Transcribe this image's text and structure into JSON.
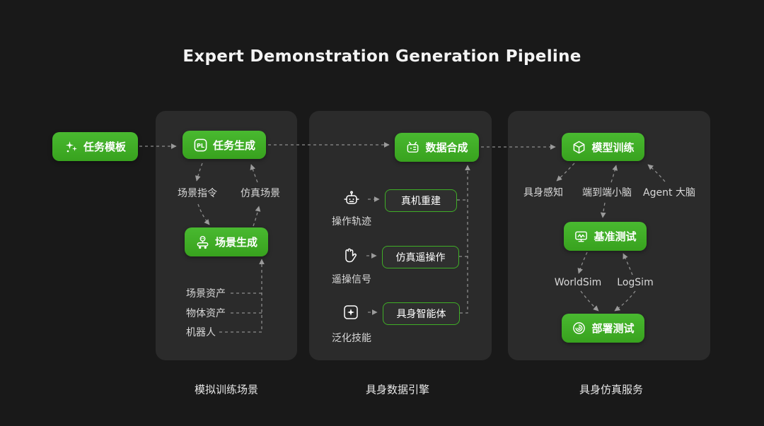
{
  "title": "Expert Demonstration Generation Pipeline",
  "colors": {
    "accent_green": "#3fae27",
    "panel": "#2b2b2b",
    "background": "#191919",
    "connector": "#8d8d8d"
  },
  "icons": {
    "pl_badge_text": "PL"
  },
  "nodes": {
    "task_template": "任务模板",
    "task_generation": "任务生成",
    "scene_instruction": "场景指令",
    "simulation_scene": "仿真场景",
    "scene_generation": "场景生成",
    "scene_assets": "场景资产",
    "object_assets": "物体资产",
    "robot": "机器人",
    "data_synthesis": "数据合成",
    "operation_trajectory": "操作轨迹",
    "real_robot_reconstruction": "真机重建",
    "teleoperation_signal": "遥操信号",
    "simulated_teleoperation": "仿真遥操作",
    "generalization_skill": "泛化技能",
    "embodied_agent": "具身智能体",
    "model_training": "模型训练",
    "embodied_perception": "具身感知",
    "end_to_end_cerebellum": "端到端小脑",
    "agent_brain": "Agent 大脑",
    "benchmark_testing": "基准测试",
    "worldsim": "WorldSim",
    "logsim": "LogSim",
    "deployment_testing": "部署测试"
  },
  "captions": {
    "panel1": "模拟训练场景",
    "panel2": "具身数据引擎",
    "panel3": "具身仿真服务"
  }
}
